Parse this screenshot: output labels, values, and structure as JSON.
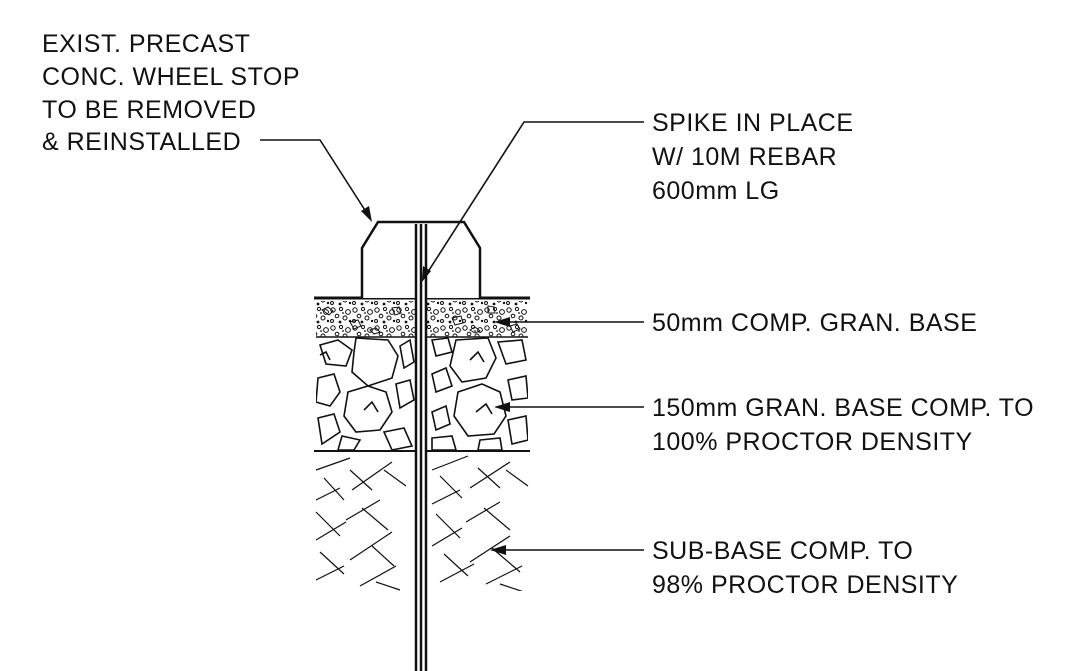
{
  "colors": {
    "ink": "#111111",
    "paper": "#ffffff"
  },
  "callouts": {
    "wheel_stop": {
      "lines": [
        "EXIST. PRECAST",
        "CONC. WHEEL STOP",
        "TO BE REMOVED",
        "& REINSTALLED"
      ]
    },
    "spike": {
      "lines": [
        "SPIKE IN PLACE",
        "W/ 10M REBAR",
        "600mm LG"
      ]
    },
    "granular_50": {
      "lines": [
        "50mm COMP. GRAN. BASE"
      ]
    },
    "granular_150": {
      "lines": [
        "150mm GRAN. BASE COMP. TO",
        "100% PROCTOR DENSITY"
      ]
    },
    "sub_base": {
      "lines": [
        "SUB-BASE COMP. TO",
        "98% PROCTOR DENSITY"
      ]
    }
  }
}
